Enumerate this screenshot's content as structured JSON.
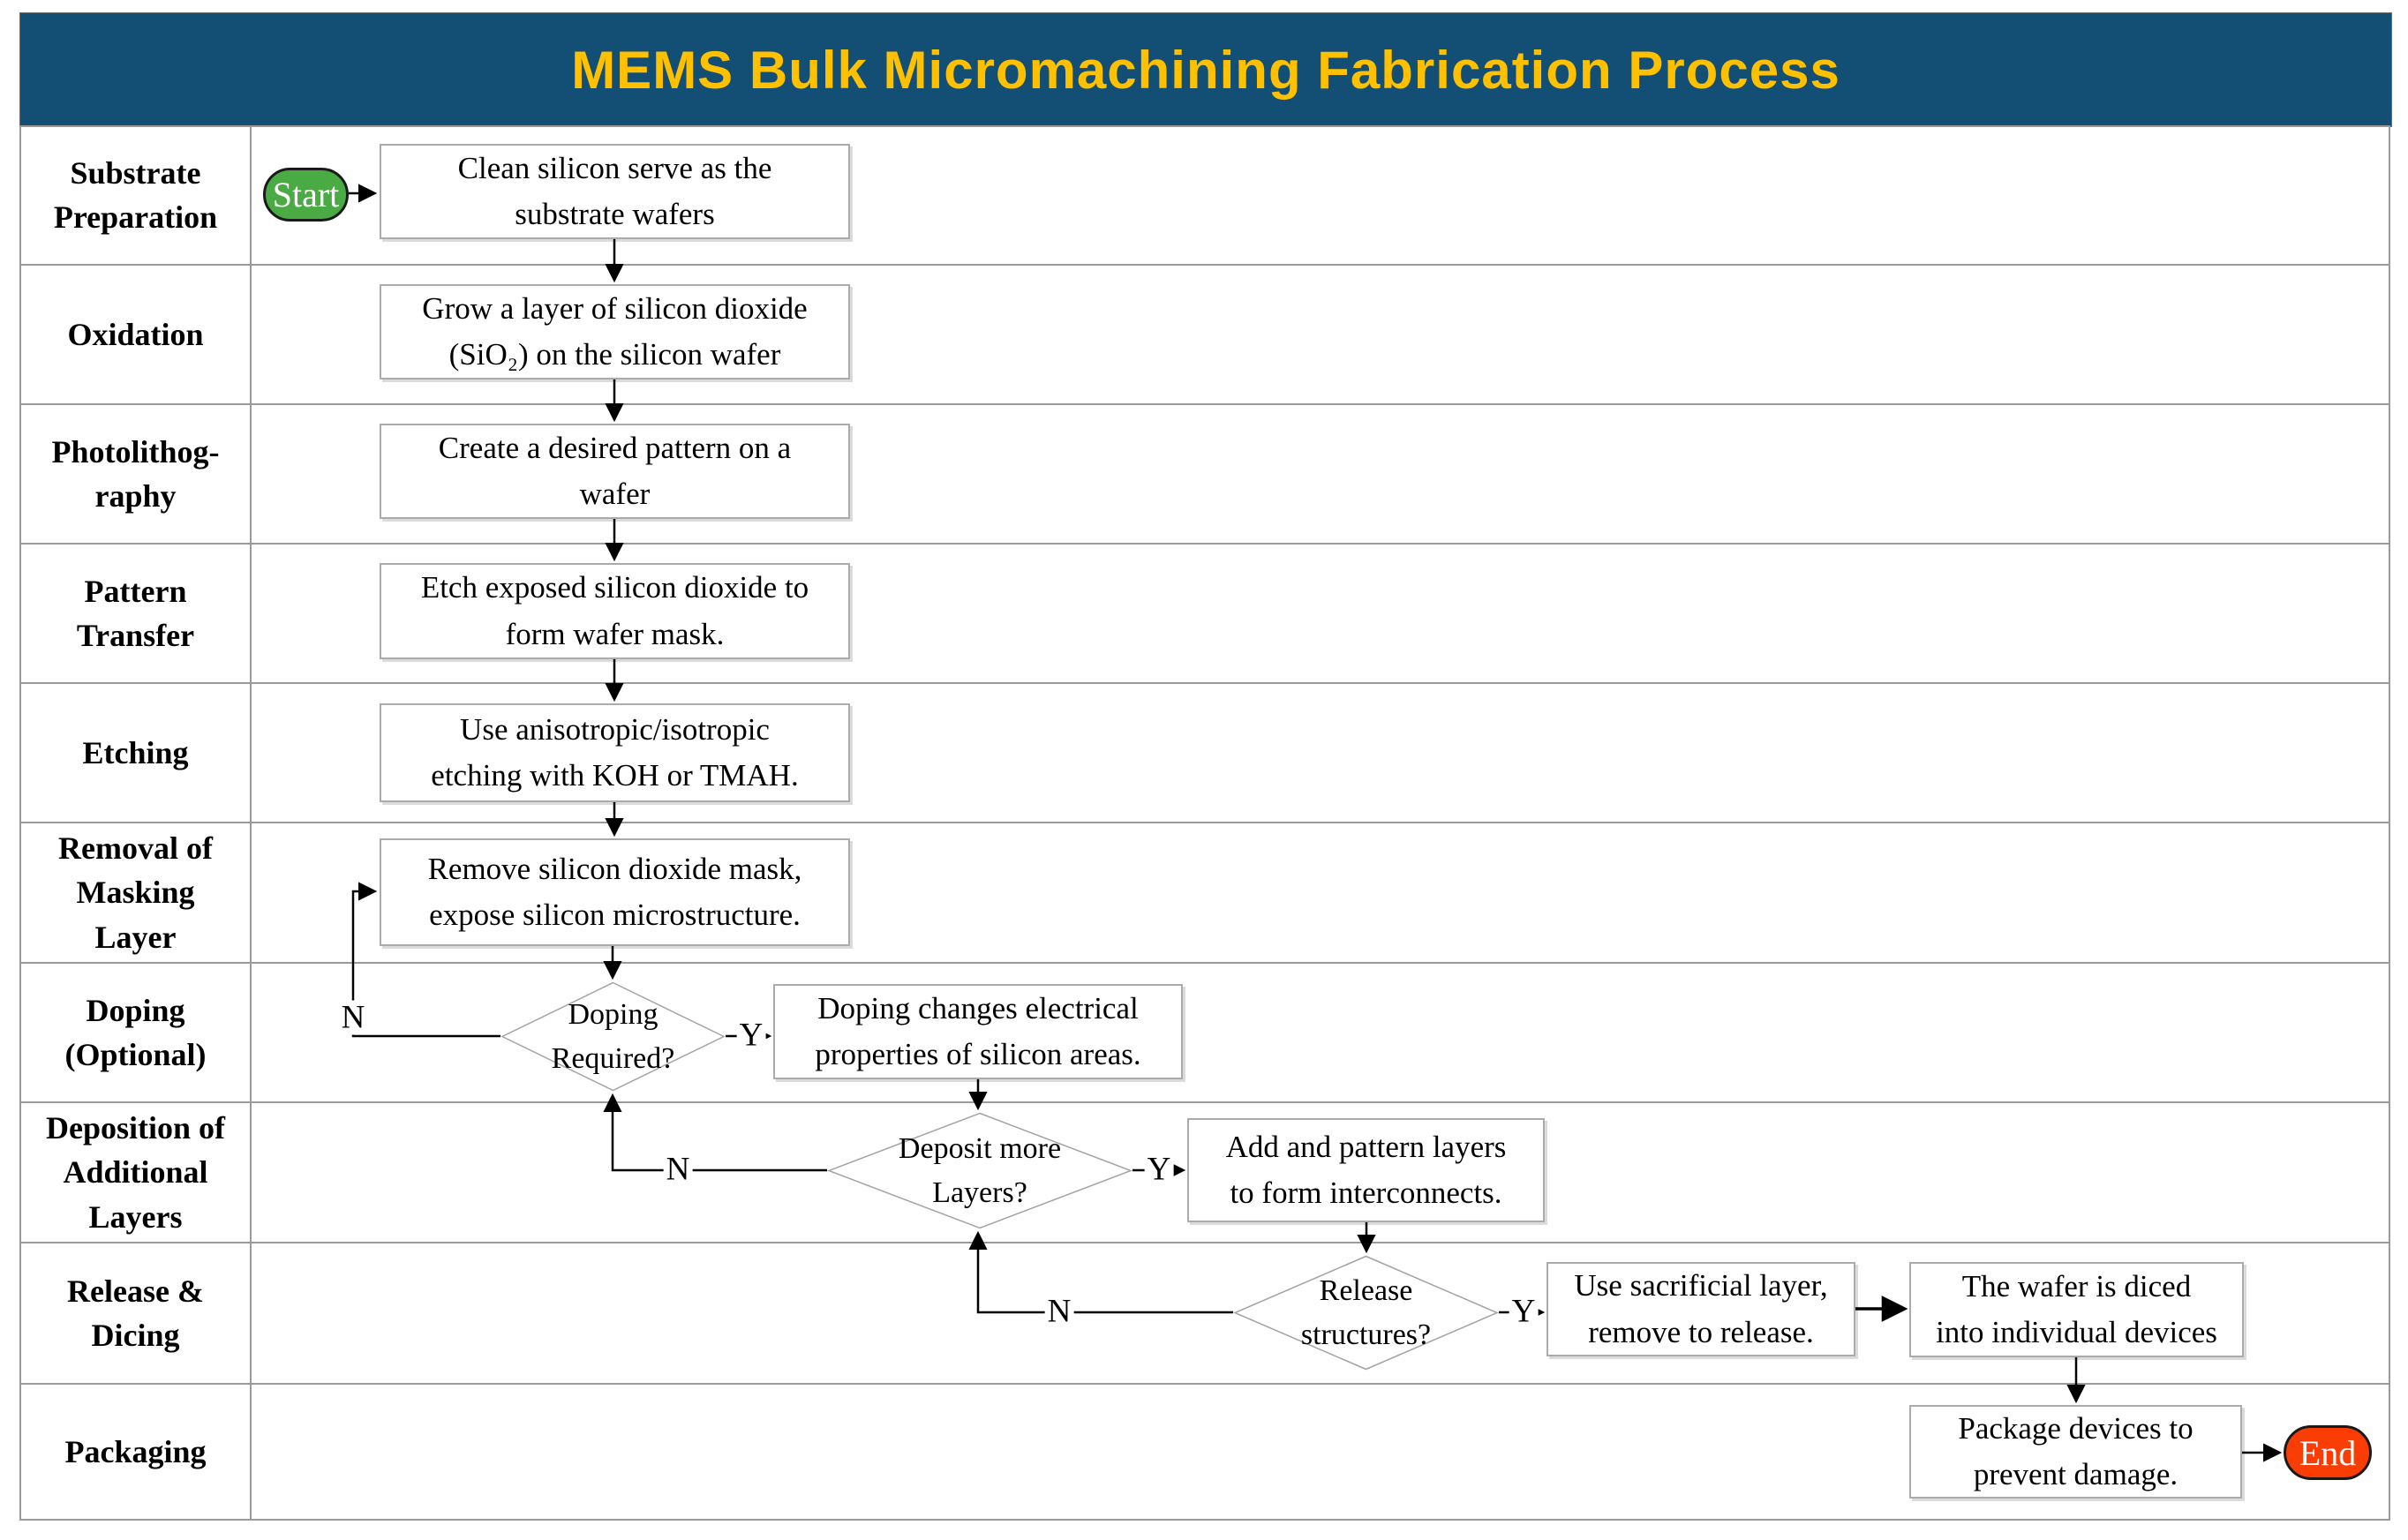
{
  "title": "MEMS Bulk Micromachining Fabrication Process",
  "theme": {
    "header_bg": "#134F74",
    "title_color": "#FFC000",
    "grid_line": "#9A9A9A",
    "node_border": "#ABABAB",
    "diamond_border": "#A3A3A3",
    "start_fill": "#4AAB44",
    "end_fill": "#F93D05",
    "connector": "#000000",
    "text": "#000000"
  },
  "lanes": [
    {
      "label": "Substrate\nPreparation"
    },
    {
      "label": "Oxidation"
    },
    {
      "label": "Photolithog-\nraphy"
    },
    {
      "label": "Pattern\nTransfer"
    },
    {
      "label": "Etching"
    },
    {
      "label": "Removal of\nMasking\nLayer"
    },
    {
      "label": "Doping\n(Optional)"
    },
    {
      "label": "Deposition of\nAdditional\nLayers"
    },
    {
      "label": "Release &\nDicing"
    },
    {
      "label": "Packaging"
    }
  ],
  "terminals": {
    "start": "Start",
    "end": "End"
  },
  "processes": [
    {
      "text": "Clean silicon serve as the\nsubstrate wafers"
    },
    {
      "text": "Grow a layer of silicon dioxide\n(SiO₂) on the silicon wafer"
    },
    {
      "text": "Create a desired pattern on a\nwafer"
    },
    {
      "text": "Etch exposed silicon dioxide to\nform wafer mask."
    },
    {
      "text": "Use anisotropic/isotropic\netching with KOH or TMAH."
    },
    {
      "text": "Remove silicon dioxide mask,\nexpose silicon microstructure."
    },
    {
      "text": "Doping changes electrical\nproperties of silicon areas."
    },
    {
      "text": "Add and pattern layers\nto form interconnects."
    },
    {
      "text": "Use sacrificial layer,\nremove to release."
    },
    {
      "text": "The wafer is diced\ninto individual devices"
    },
    {
      "text": "Package devices to\nprevent damage."
    }
  ],
  "decisions": [
    {
      "text": "Doping\nRequired?"
    },
    {
      "text": "Deposit more\nLayers?"
    },
    {
      "text": "Release\nstructures?"
    }
  ],
  "branch": {
    "yes": "Y",
    "no": "N"
  }
}
